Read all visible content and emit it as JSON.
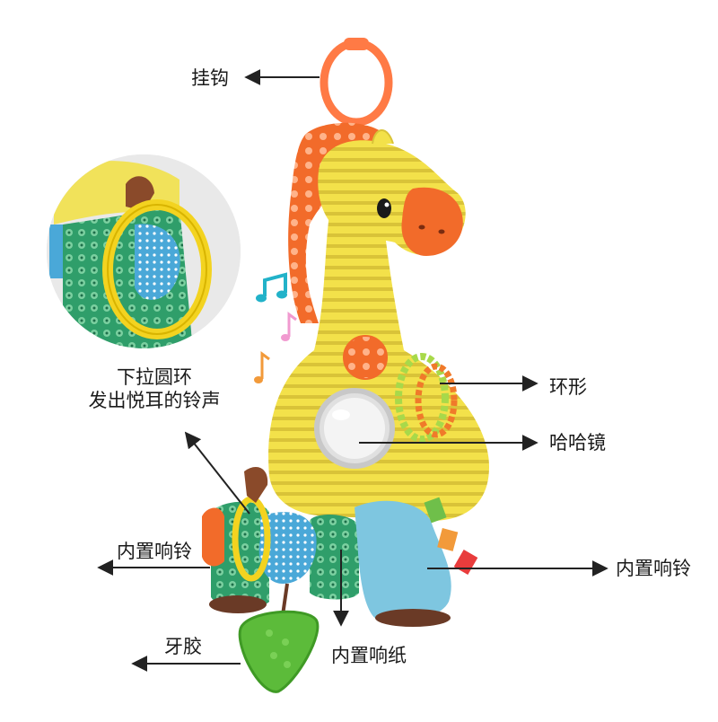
{
  "labels": {
    "hook": "挂钩",
    "pull_ring_line1": "下拉圆环",
    "pull_ring_line2": "发出悦耳的铃声",
    "ring": "环形",
    "mirror": "哈哈镜",
    "bell_left": "内置响铃",
    "bell_right": "内置响铃",
    "rustle_paper": "内置响纸",
    "teether": "牙胶"
  },
  "colors": {
    "body_yellow": "#f3e14a",
    "hook_orange": "#ff7a45",
    "mane_orange": "#f26b2a",
    "teether_green": "#5cbb3a",
    "leg_blue": "#7ec6e0",
    "ring_green": "#a8d94a",
    "note_teal": "#22b2c9",
    "note_pink": "#f19ad0",
    "note_orange": "#f29a3a",
    "arrow": "#222222"
  }
}
